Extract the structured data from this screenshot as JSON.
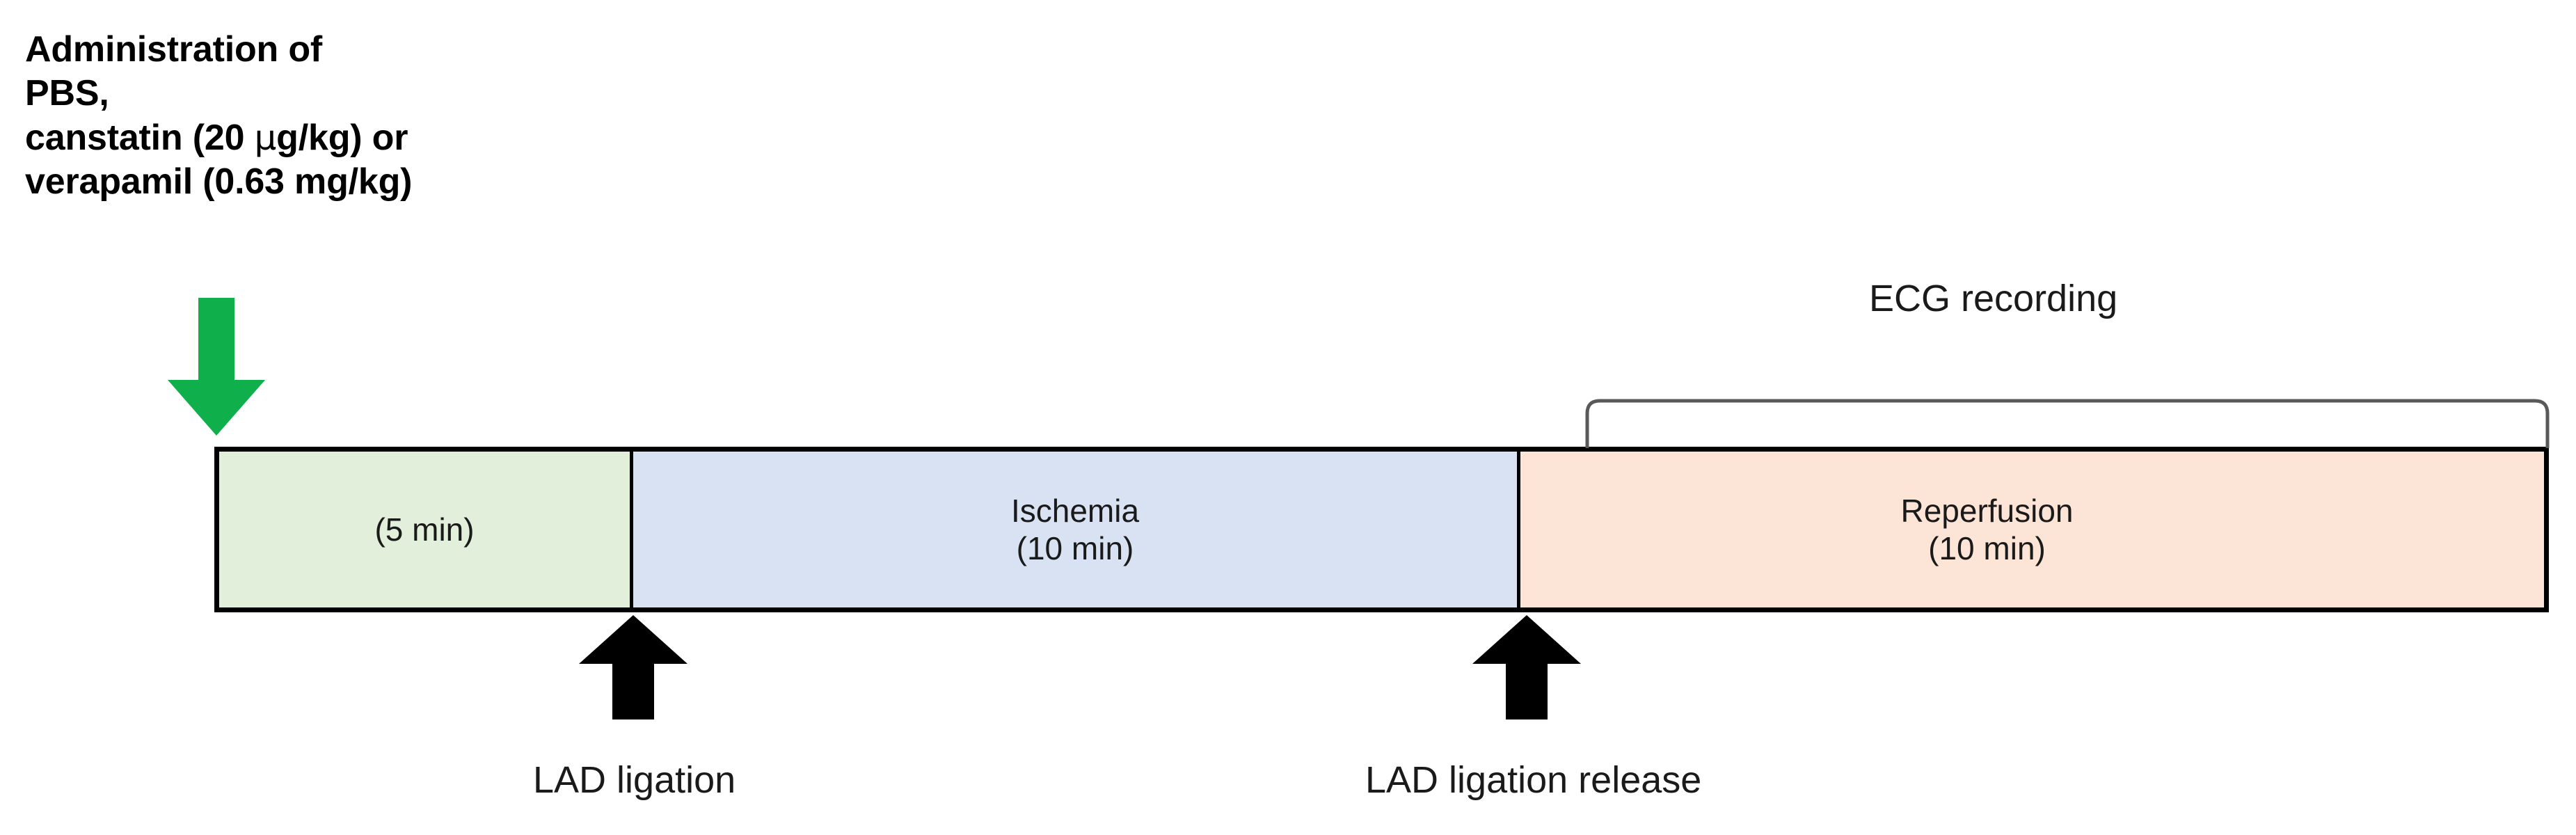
{
  "figure": {
    "type": "experimental-timeline",
    "administration": {
      "lines": [
        "Administration of",
        "PBS,",
        "canstatin (20 μg/kg) or",
        "verapamil (0.63 mg/kg)"
      ],
      "line1": "Administration of",
      "line2": "PBS,",
      "line3_pre": "canstatin (20 ",
      "line3_mu": "μ",
      "line3_post": "g/kg) or",
      "line4": "verapamil (0.63 mg/kg)",
      "drugs": [
        {
          "name": "PBS",
          "dose": ""
        },
        {
          "name": "canstatin",
          "dose": "20 μg/kg"
        },
        {
          "name": "verapamil",
          "dose": "0.63 mg/kg"
        }
      ],
      "arrow_color": "#0FB04C",
      "arrow_direction": "down"
    },
    "timeline": {
      "segments": [
        {
          "id": "pretreatment",
          "title": "",
          "duration": "(5 min)",
          "color": "#E2EFDA"
        },
        {
          "id": "ischemia",
          "title": "Ischemia",
          "duration": "(10 min)",
          "color": "#D9E2F3"
        },
        {
          "id": "reperfusion",
          "title": "Reperfusion",
          "duration": "(10 min)",
          "color": "#FCE4D6"
        }
      ],
      "border_color": "#000000"
    },
    "ecg": {
      "label": "ECG recording",
      "spans_segment": "reperfusion",
      "bracket_color": "#595959"
    },
    "events": [
      {
        "id": "lad-ligation",
        "label": "LAD ligation",
        "marker": "up-arrow",
        "color": "#000000"
      },
      {
        "id": "lad-ligation-release",
        "label": "LAD ligation release",
        "marker": "up-arrow",
        "color": "#000000"
      }
    ]
  }
}
